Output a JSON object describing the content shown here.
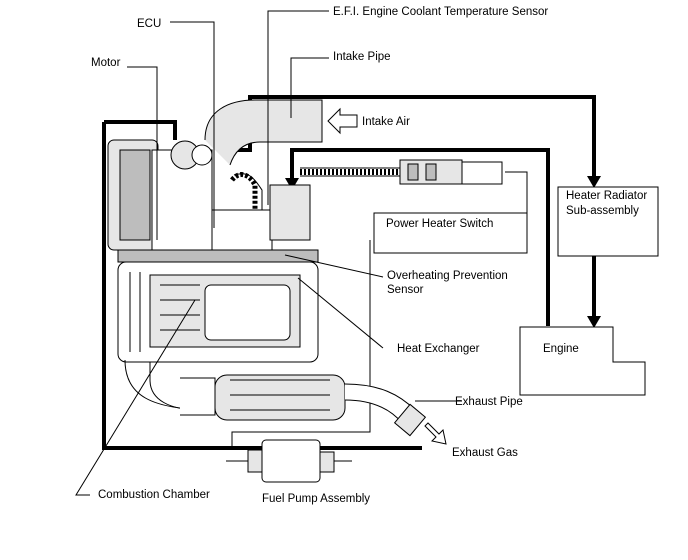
{
  "labels": {
    "ecu": "ECU",
    "efi_sensor": "E.F.I. Engine Coolant Temperature Sensor",
    "motor": "Motor",
    "intake_pipe": "Intake Pipe",
    "intake_air": "Intake Air",
    "heater_radiator_line1": "Heater Radiator",
    "heater_radiator_line2": "Sub-assembly",
    "power_heater_switch": "Power Heater Switch",
    "overheating_line1": "Overheating Prevention",
    "overheating_line2": "Sensor",
    "heat_exchanger": "Heat Exchanger",
    "engine": "Engine",
    "exhaust_pipe": "Exhaust Pipe",
    "exhaust_gas": "Exhaust Gas",
    "combustion_chamber": "Combustion Chamber",
    "fuel_pump_assembly": "Fuel Pump Assembly"
  },
  "icons": [
    "arrow-left-icon",
    "arrow-down-icon",
    "arrow-down-right-icon"
  ]
}
